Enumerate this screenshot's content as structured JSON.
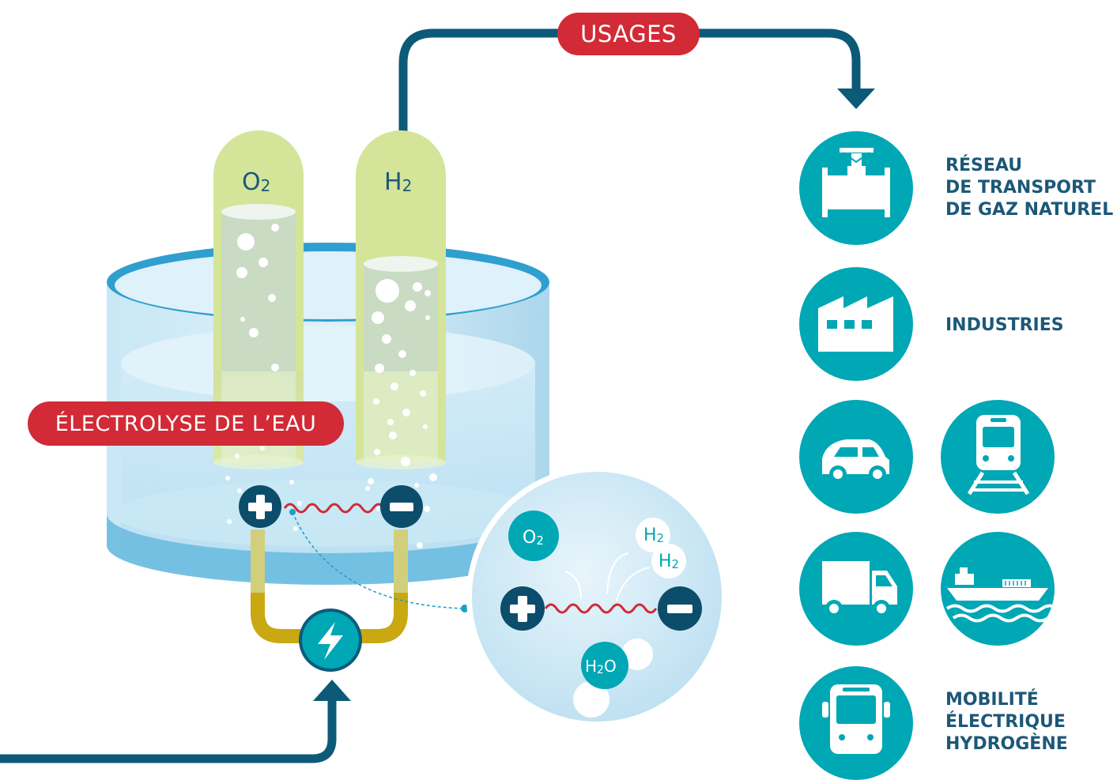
{
  "badges": {
    "usages": "USAGES",
    "electrolysis": "ÉLECTROLYSE DE L’EAU"
  },
  "tubes": {
    "oxygen": {
      "base": "O",
      "sub": "2"
    },
    "hydrogen": {
      "base": "H",
      "sub": "2"
    }
  },
  "zoom": {
    "oxygen": {
      "base": "O",
      "sub": "2"
    },
    "hydrogen_1": {
      "base": "H",
      "sub": "2"
    },
    "hydrogen_2": {
      "base": "H",
      "sub": "2"
    },
    "water": {
      "base1": "H",
      "sub": "2",
      "base2": "O"
    }
  },
  "usages": {
    "gas_network": [
      "RÉSEAU",
      "DE TRANSPORT",
      "DE GAZ NATUREL"
    ],
    "industries": [
      "INDUSTRIES"
    ],
    "mobility": [
      "MOBILITÉ",
      "ÉLECTRIQUE",
      "HYDROGÈNE"
    ]
  },
  "icons": [
    "pipeline-valve-icon",
    "factory-icon",
    "car-icon",
    "train-icon",
    "truck-icon",
    "ship-icon",
    "bus-icon",
    "lightning-icon",
    "plus-icon",
    "minus-icon"
  ],
  "colors": {
    "teal": "#00a7b5",
    "navy": "#0c5a78",
    "red": "#d22a36",
    "tube_green": "#d4e59a",
    "water_blue": "#a9d9ef",
    "rim_blue": "#3aa6d4",
    "wire_gold": "#c9a812"
  }
}
